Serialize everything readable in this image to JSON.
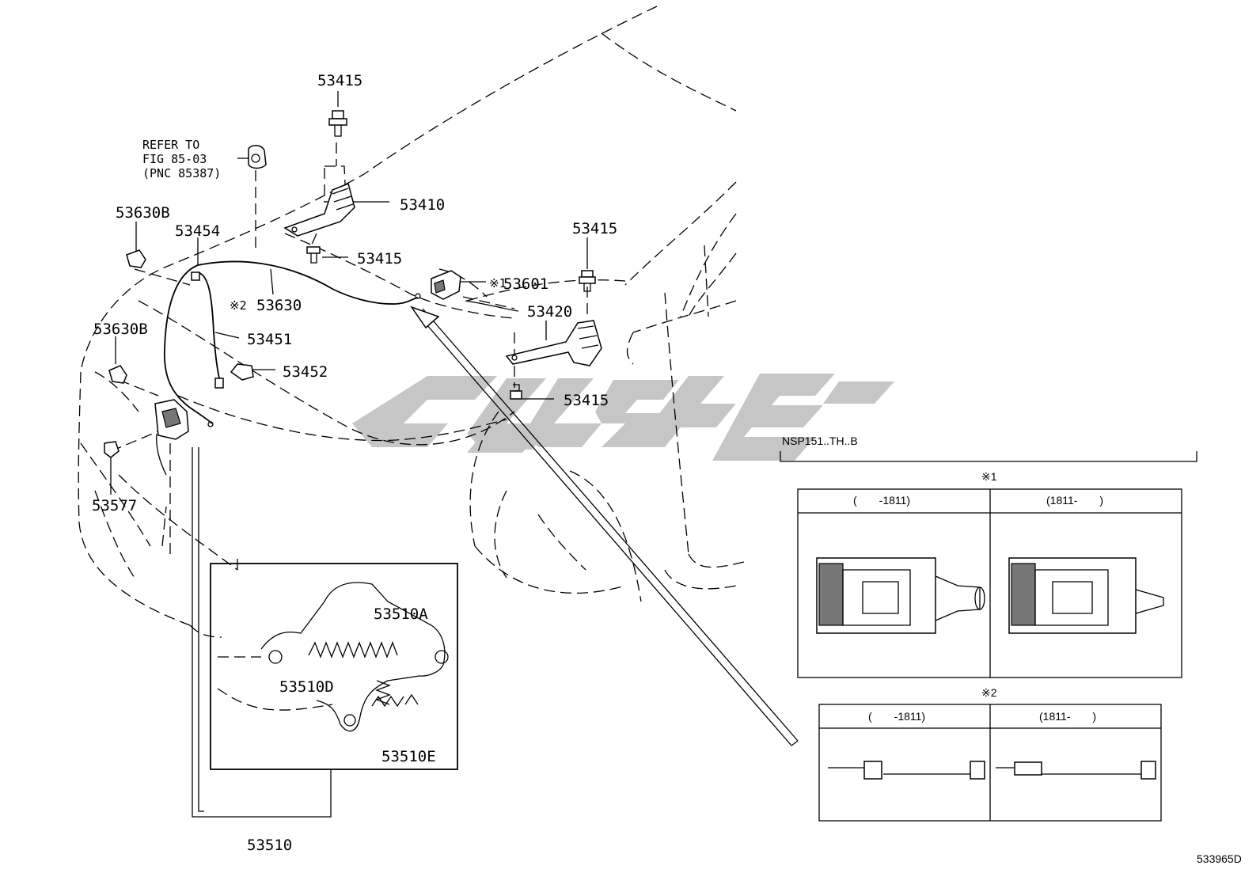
{
  "diagram_id": "533965D",
  "refer_note": {
    "line1": "REFER TO",
    "line2": "FIG 85-03",
    "line3": "(PNC 85387)"
  },
  "parts": {
    "p53415_top": "53415",
    "p53410": "53410",
    "p53415_hinge": "53415",
    "p53415_right": "53415",
    "p53601_mark": "※1",
    "p53601": "53601",
    "p53420": "53420",
    "p53415_low": "53415",
    "p53630b_1": "53630B",
    "p53454": "53454",
    "p53630_mark": "※2",
    "p53630": "53630",
    "p53451": "53451",
    "p53452": "53452",
    "p53630b_2": "53630B",
    "p53577": "53577",
    "p53510a": "53510A",
    "p53510d": "53510D",
    "p53510e": "53510E",
    "p53510": "53510"
  },
  "variant_panel": {
    "model": "NSP151..TH..B",
    "note1": {
      "mark": "※1",
      "col_left": "(　　-1811)",
      "col_right": "(1811-　　)"
    },
    "note2": {
      "mark": "※2",
      "col_left": "(　　-1811)",
      "col_right": "(1811-　　)"
    }
  }
}
